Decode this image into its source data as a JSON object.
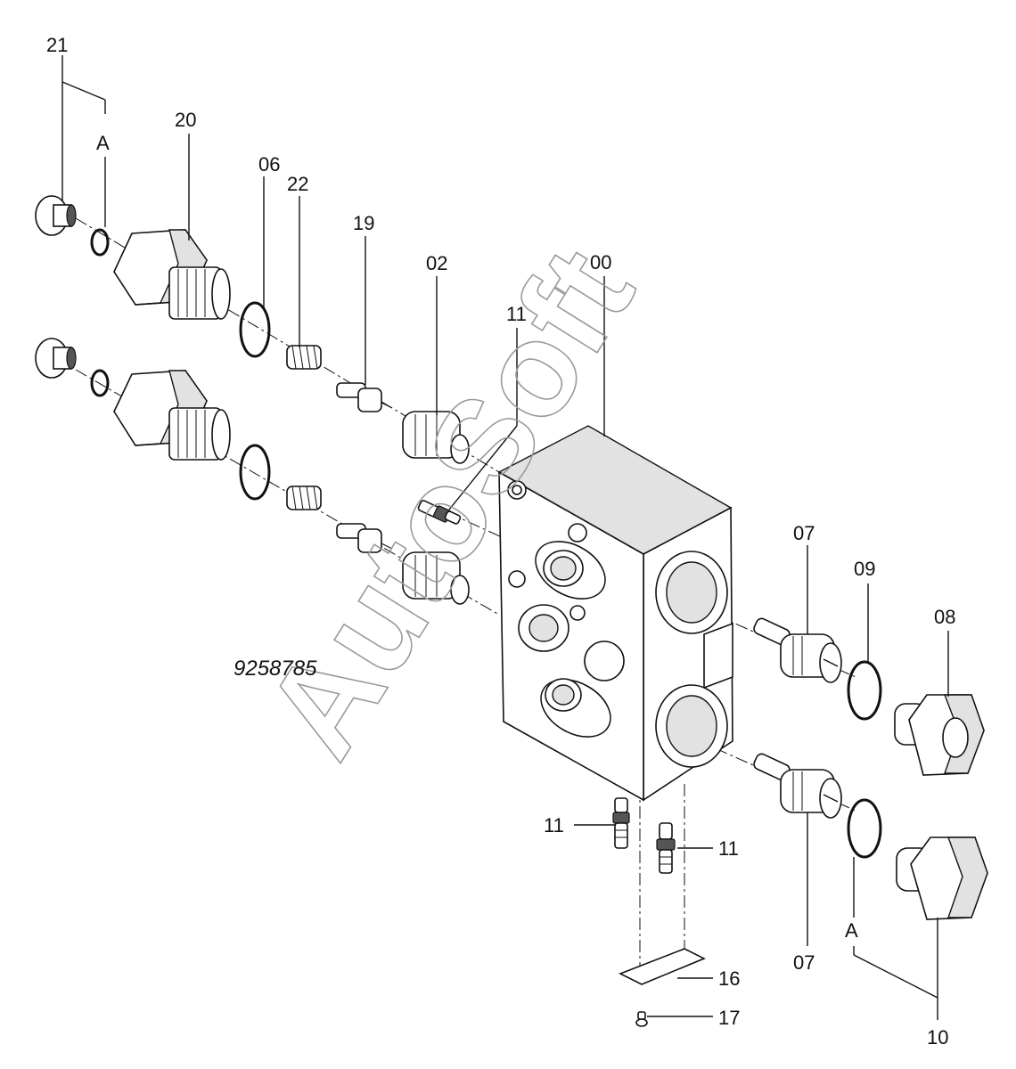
{
  "watermark": "AutoSoft",
  "drawing_number": "9258785",
  "callouts": {
    "p00": "00",
    "p02": "02",
    "p06": "06",
    "p07_top": "07",
    "p07_bottom": "07",
    "p08": "08",
    "p09": "09",
    "p10": "10",
    "p11_top": "11",
    "p11_left": "11",
    "p11_right": "11",
    "p16": "16",
    "p17": "17",
    "p19": "19",
    "p20": "20",
    "p21": "21",
    "p22": "22",
    "group_a_top": "A",
    "group_a_bottom": "A"
  }
}
